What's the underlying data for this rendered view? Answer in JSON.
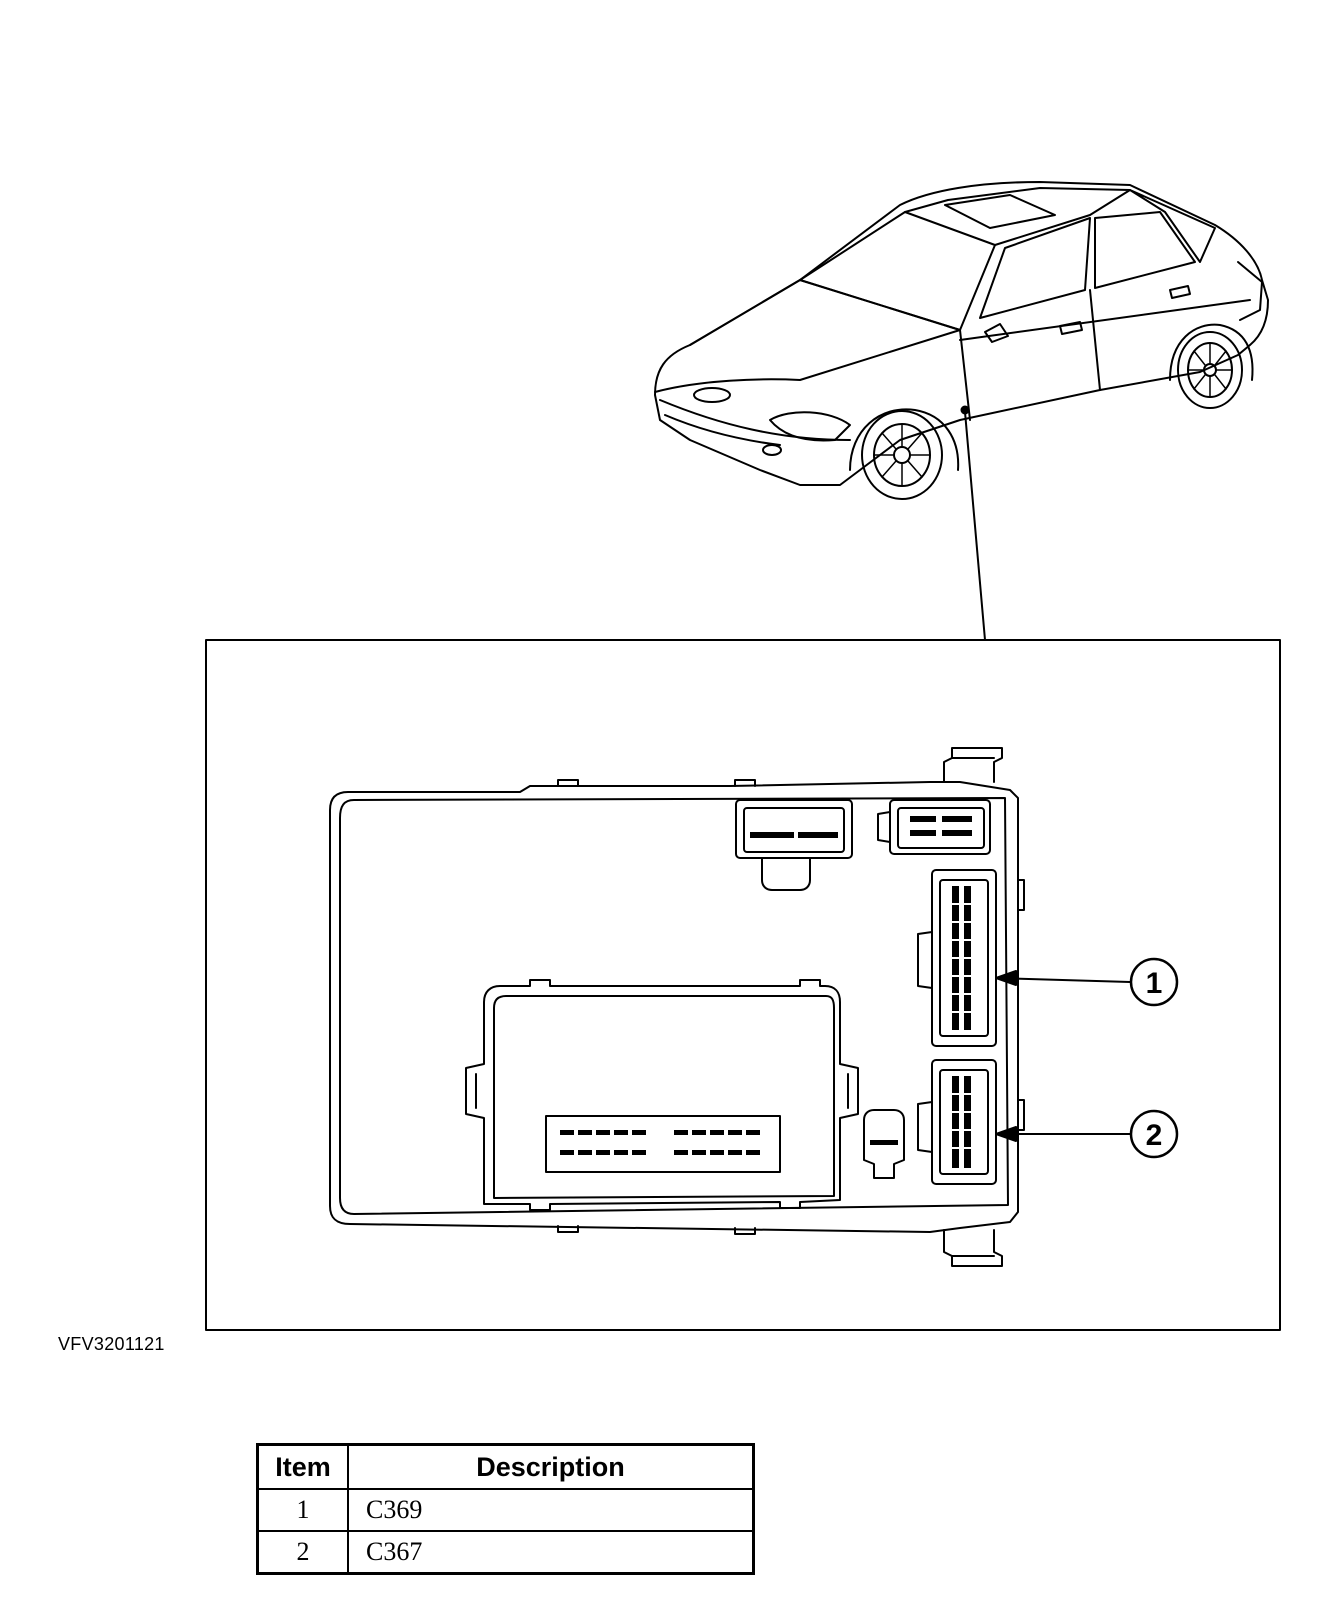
{
  "figure": {
    "code": "VFV3201121",
    "callouts": [
      {
        "number": "1",
        "target": "upper-right-connector"
      },
      {
        "number": "2",
        "target": "lower-right-connector"
      }
    ]
  },
  "legend": {
    "headers": {
      "item": "Item",
      "description": "Description"
    },
    "rows": [
      {
        "item": "1",
        "description": "C369"
      },
      {
        "item": "2",
        "description": "C367"
      }
    ]
  }
}
